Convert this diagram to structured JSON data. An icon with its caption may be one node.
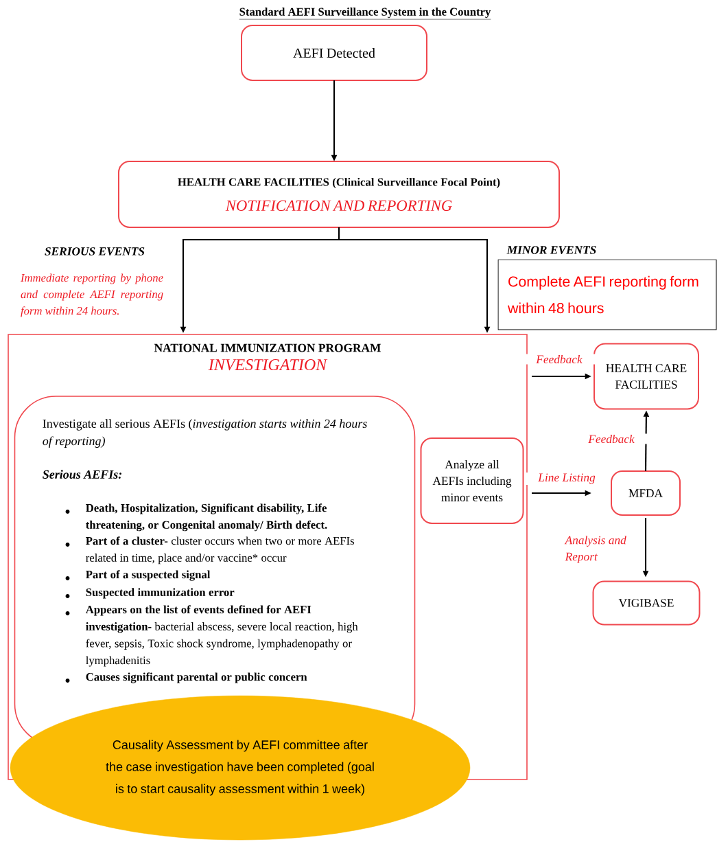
{
  "diagram": {
    "title": "Standard AEFI Surveillance System in the Country",
    "nodes": [
      {
        "text": [
          "AEFI Detected"
        ]
      },
      {
        "text": [
          "HEALTH CARE FACILITIES (Clinical Surveillance Focal Point)",
          "NOTIFICATION AND REPORTING"
        ]
      },
      {
        "text": [
          "Complete AEFI reporting form within 48 hours"
        ]
      },
      {
        "text": [
          "NATIONAL IMMUNIZATION PROGRAM",
          "INVESTIGATION"
        ]
      },
      {
        "text": [
          "Investigate all serious AEFIs (*investigation starts within 24 hours of reporting)*",
          "Serious AEFIs:",
          "Death, Hospitalization, Significant disability, Life threatening, or Congenital anomaly/ Birth defect.",
          "**Part of a cluster-** cluster occurs when two or more AEFIs related in time, place and/or vaccine* occur",
          "Part of a suspected signal",
          "Suspected immunization error",
          "**Appears on the list of events defined for AEFI investigation-** bacterial abscess, severe local reaction, high fever, sepsis, Toxic shock syndrome, lymphadenopathy or lymphadenitis",
          "Causes significant parental or public concern"
        ],
        "in": 3
      },
      {
        "text": [
          "Analyze all AEFIs including minor events"
        ],
        "in": 3
      },
      {
        "text": [
          "Causality Assessment by AEFI committee after the case investigation have been completed (goal is to start causality assessment within 1 week)"
        ]
      },
      {
        "text": [
          "HEALTH CARE FACILITIES"
        ]
      },
      {
        "text": [
          "MFDA"
        ]
      },
      {
        "text": [
          "VIGIBASE"
        ]
      }
    ],
    "edges": [
      {
        "from": 0,
        "to": 1,
        "arrow": "to"
      },
      {
        "from": 1,
        "to": 3,
        "arrow": "to"
      },
      {
        "from": 1,
        "to": 3,
        "arrow": "to"
      },
      {
        "from": 3,
        "to": 7,
        "arrow": "to",
        "label": "Feedback"
      },
      {
        "from": 3,
        "to": 8,
        "arrow": "to",
        "label": "Line Listing"
      },
      {
        "from": 8,
        "to": 7,
        "arrow": "to",
        "label": "Feedback"
      },
      {
        "from": 8,
        "to": 9,
        "arrow": "to",
        "label": "Analysis and Report"
      }
    ],
    "labels": [
      "SERIOUS EVENTS",
      "Immediate reporting by phone and complete AEFI reporting form within 24 hours.",
      "MINOR EVENTS"
    ]
  }
}
